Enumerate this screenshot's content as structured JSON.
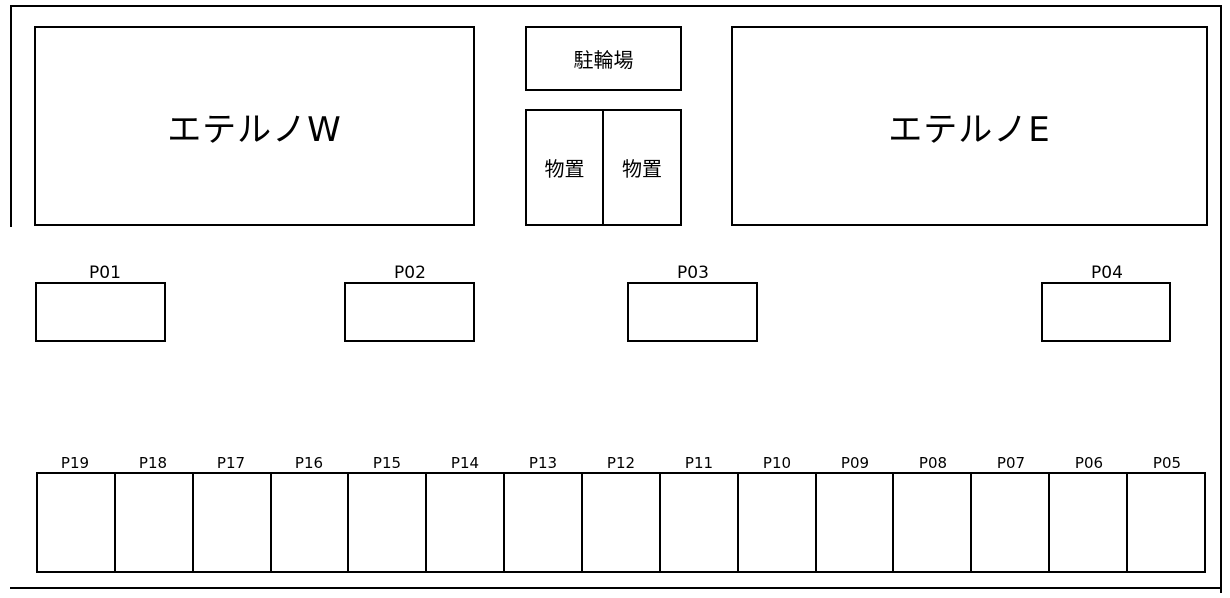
{
  "buildings": {
    "west": "エテルノW",
    "east": "エテルノE",
    "bicycle_parking": "駐輪場",
    "storage_left": "物置",
    "storage_right": "物置"
  },
  "top_spaces": [
    "P01",
    "P02",
    "P03",
    "P04"
  ],
  "bottom_spaces": [
    "P19",
    "P18",
    "P17",
    "P16",
    "P15",
    "P14",
    "P13",
    "P12",
    "P11",
    "P10",
    "P09",
    "P08",
    "P07",
    "P06",
    "P05"
  ]
}
